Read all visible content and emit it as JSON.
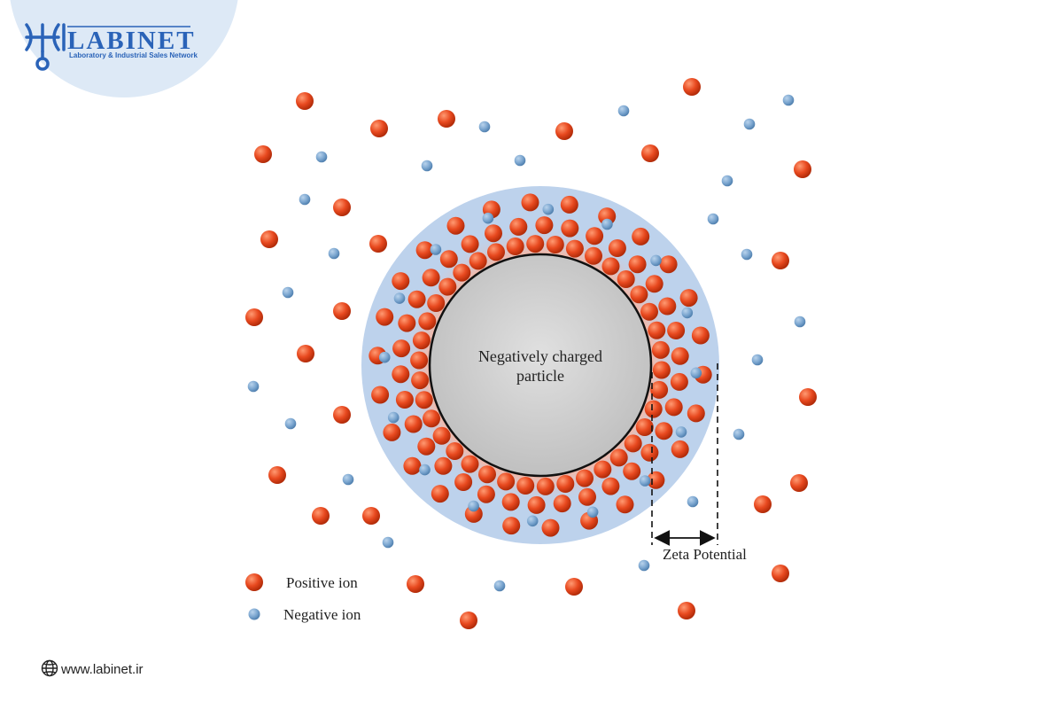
{
  "brand": {
    "name": "LABINET",
    "tagline": "Laboratory & Industrial Sales Network",
    "icon": "labinet-logo-icon",
    "color": "#2a63b8",
    "badge_color": "#dde9f6"
  },
  "diagram": {
    "particle_label_line1": "Negatively charged",
    "particle_label_line2": "particle",
    "zeta_label": "Zeta Potential",
    "colors": {
      "positive_ion": "#e8491f",
      "negative_ion": "#7aa5cf",
      "diffuse_layer": "#bdd2ec",
      "stern_glow": "#f6b8a6",
      "particle_fill": "#cfcfcf",
      "particle_outline": "#111111"
    }
  },
  "legend": {
    "positive_label": "Positive ion",
    "negative_label": "Negative ion"
  },
  "footer": {
    "url": "www.labinet.ir",
    "icon": "globe-icon"
  }
}
